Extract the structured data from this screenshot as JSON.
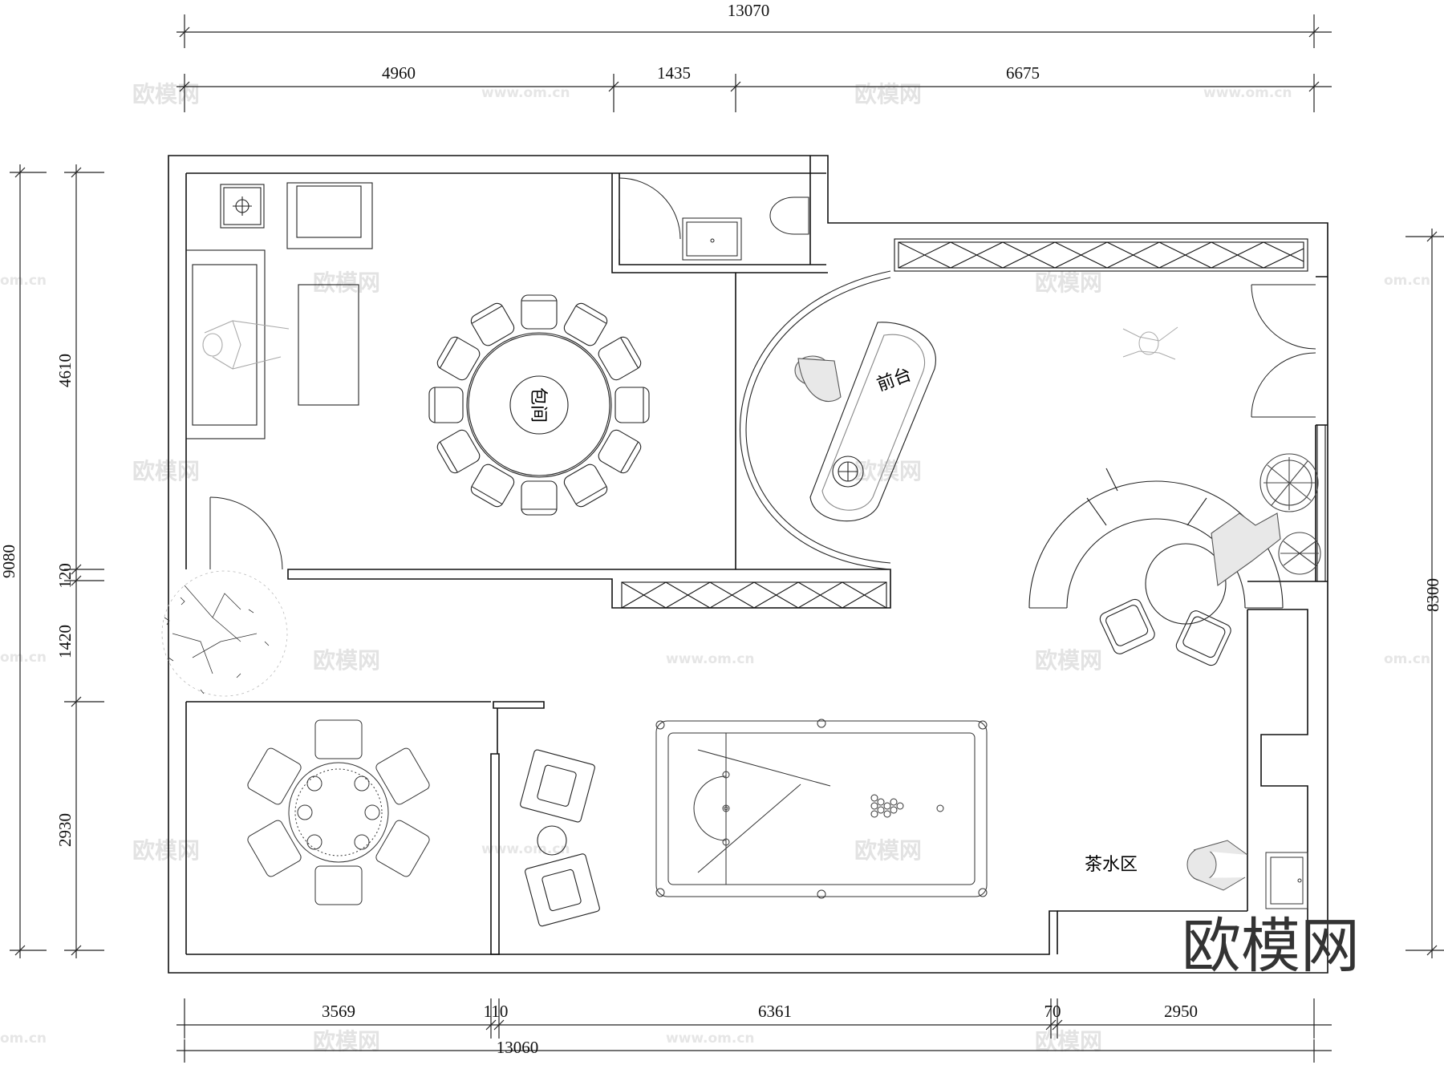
{
  "dimensions": {
    "top_total": "13070",
    "top_segments": [
      "4960",
      "1435",
      "6675"
    ],
    "left_total": "9080",
    "left_segments": [
      "4610",
      "120",
      "1420",
      "2930"
    ],
    "right_total": "8300",
    "bottom_segments": [
      "3569",
      "110",
      "6361",
      "70",
      "2950"
    ],
    "bottom_total": "13060"
  },
  "rooms": {
    "private_room": "包间",
    "reception": "前台",
    "tea_area": "茶水区"
  },
  "watermark": {
    "brand": "欧模网",
    "url": "www.om.cn",
    "url_edge": "om.cn"
  }
}
